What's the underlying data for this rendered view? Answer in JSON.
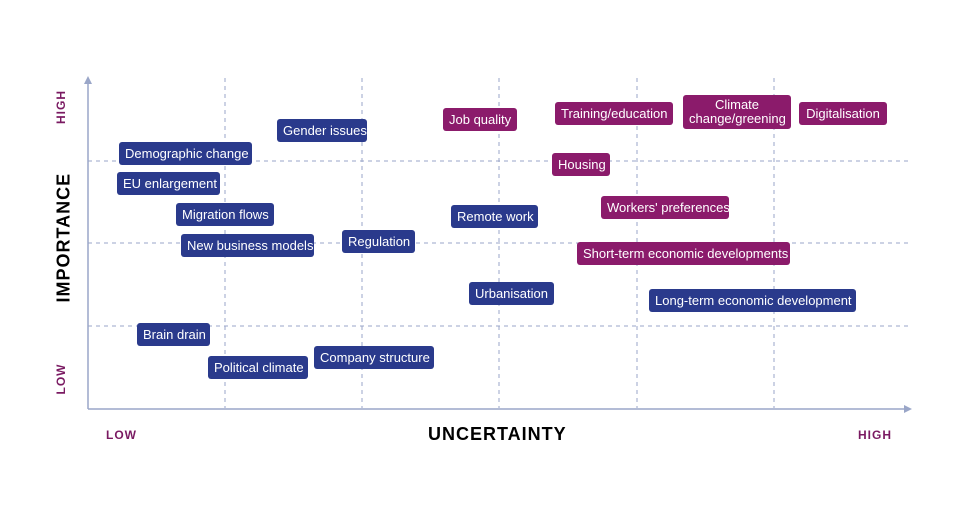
{
  "axes": {
    "x_title": "UNCERTAINTY",
    "y_title": "IMPORTANCE",
    "x_low": "LOW",
    "x_high": "HIGH",
    "y_low": "LOW",
    "y_high": "HIGH"
  },
  "colors": {
    "blue": "#2a3a8c",
    "purple": "#8b1b6b",
    "axis": "#9aa6c8"
  },
  "items": [
    {
      "label": "Gender issues",
      "color": "blue"
    },
    {
      "label": "Job quality",
      "color": "purple"
    },
    {
      "label": "Training/education",
      "color": "purple"
    },
    {
      "label": "Climate change/greening",
      "color": "purple"
    },
    {
      "label": "Digitalisation",
      "color": "purple"
    },
    {
      "label": "Demographic change",
      "color": "blue"
    },
    {
      "label": "Housing",
      "color": "purple"
    },
    {
      "label": "EU enlargement",
      "color": "blue"
    },
    {
      "label": "Workers' preferences",
      "color": "purple"
    },
    {
      "label": "Migration flows",
      "color": "blue"
    },
    {
      "label": "Remote work",
      "color": "blue"
    },
    {
      "label": "Regulation",
      "color": "blue"
    },
    {
      "label": "New business models",
      "color": "blue"
    },
    {
      "label": "Short-term economic developments",
      "color": "purple"
    },
    {
      "label": "Urbanisation",
      "color": "blue"
    },
    {
      "label": "Long-term economic development",
      "color": "blue"
    },
    {
      "label": "Brain drain",
      "color": "blue"
    },
    {
      "label": "Company structure",
      "color": "blue"
    },
    {
      "label": "Political climate",
      "color": "blue"
    }
  ]
}
